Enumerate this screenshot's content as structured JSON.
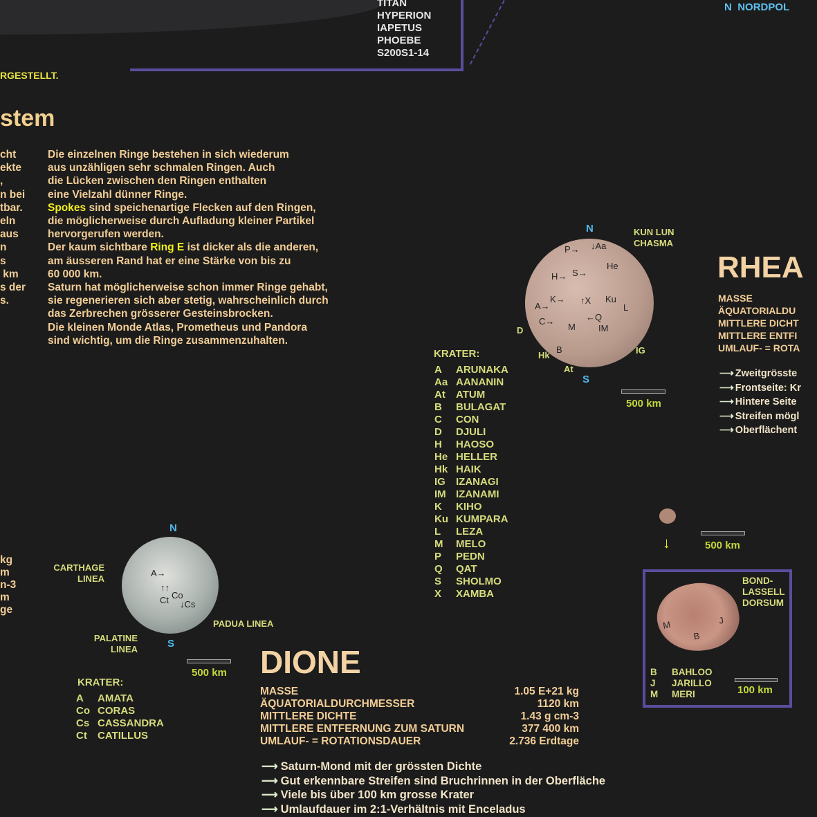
{
  "header": {
    "moon_list": [
      "TITAN",
      "HYPERION",
      "IAPETUS",
      "PHOEBE",
      "S200S1-14"
    ],
    "nordpol": {
      "abbr": "N",
      "label": "NORDPOL"
    },
    "dargestellt_fragment": "RGESTELLT.",
    "section_title_fragment": "stem"
  },
  "rings": {
    "left_fragments": [
      "cht",
      "ekte",
      "",
      ",",
      "n bei",
      "tbar.",
      "eln",
      "",
      "aus",
      "n",
      "",
      "s",
      " km",
      "s der",
      "s."
    ],
    "paragraph": [
      [
        {
          "t": "Die einzelnen Ringe bestehen in sich wiederum"
        }
      ],
      [
        {
          "t": "aus unzähligen sehr schmalen Ringen. Auch"
        }
      ],
      [
        {
          "t": "die Lücken zwischen den Ringen enthalten"
        }
      ],
      [
        {
          "t": "eine Vielzahl dünner Ringe."
        }
      ],
      [
        {
          "t": "Spokes",
          "hl": true
        },
        {
          "t": " sind speichenartige Flecken auf den Ringen,"
        }
      ],
      [
        {
          "t": "die möglicherweise durch Aufladung kleiner Partikel"
        }
      ],
      [
        {
          "t": "hervorgerufen werden."
        }
      ],
      [
        {
          "t": "Der kaum sichtbare "
        },
        {
          "t": "Ring E",
          "hl": true
        },
        {
          "t": " ist dicker als die anderen,"
        }
      ],
      [
        {
          "t": "am äusseren Rand hat er eine Stärke von bis zu"
        }
      ],
      [
        {
          "t": "60 000 km."
        }
      ],
      [
        {
          "t": "Saturn hat möglicherweise schon immer Ringe gehabt,"
        }
      ],
      [
        {
          "t": "sie regenerieren sich aber stetig, wahrscheinlich durch"
        }
      ],
      [
        {
          "t": "das Zerbrechen grösserer Gesteinsbrocken."
        }
      ],
      [
        {
          "t": "Die kleinen Monde Atlas, Prometheus und Pandora"
        }
      ],
      [
        {
          "t": "sind wichtig, um die Ringe zusammenzuhalten."
        }
      ]
    ]
  },
  "rhea": {
    "title": "RHEA",
    "north": "N",
    "south": "S",
    "feature_label": [
      "KUN LUN",
      "CHASMA"
    ],
    "edge_labels": {
      "D": "D",
      "Hk": "Hk",
      "At": "At",
      "IG": "IG"
    },
    "scale": "500 km",
    "krater_title": "KRATER:",
    "krater": [
      [
        "A",
        "ARUNAKA"
      ],
      [
        "Aa",
        "AANANIN"
      ],
      [
        "At",
        "ATUM"
      ],
      [
        "B",
        "BULAGAT"
      ],
      [
        "C",
        "CON"
      ],
      [
        "D",
        "DJULI"
      ],
      [
        "H",
        "HAOSO"
      ],
      [
        "He",
        "HELLER"
      ],
      [
        "Hk",
        "HAIK"
      ],
      [
        "IG",
        "IZANAGI"
      ],
      [
        "IM",
        "IZANAMI"
      ],
      [
        "K",
        "KIHO"
      ],
      [
        "Ku",
        "KUMPARA"
      ],
      [
        "L",
        "LEZA"
      ],
      [
        "M",
        "MELO"
      ],
      [
        "P",
        "PEDN"
      ],
      [
        "Q",
        "QAT"
      ],
      [
        "S",
        "SHOLMO"
      ],
      [
        "X",
        "XAMBA"
      ]
    ],
    "props": [
      "MASSE",
      "ÄQUATORIALDU",
      "MITTLERE DICHT",
      "MITTLERE ENTFI",
      "UMLAUF- = ROTA"
    ],
    "bullets": [
      "Zweitgrösste",
      "Frontseite: Kr",
      "Hintere Seite",
      "Streifen mögl",
      "Oberflächent"
    ]
  },
  "dione": {
    "title": "DIONE",
    "north": "N",
    "south": "S",
    "left_fragments": [
      "kg",
      "m",
      "n-3",
      "m",
      "ge"
    ],
    "labels": {
      "carthage": [
        "CARTHAGE",
        "LINEA"
      ],
      "palatine": [
        "PALATINE",
        "LINEA"
      ],
      "padua": "PADUA LINEA"
    },
    "scale": "500 km",
    "krater_title": "KRATER:",
    "krater": [
      [
        "A",
        "AMATA"
      ],
      [
        "Co",
        "CORAS"
      ],
      [
        "Cs",
        "CASSANDRA"
      ],
      [
        "Ct",
        "CATILLUS"
      ]
    ],
    "props": [
      [
        "MASSE",
        "1.05 E+21 kg"
      ],
      [
        "ÄQUATORIALDURCHMESSER",
        "1120 km"
      ],
      [
        "MITTLERE DICHTE",
        "1.43 g cm-3"
      ],
      [
        "MITTLERE ENTFERNUNG ZUM SATURN",
        "377 400 km"
      ],
      [
        "UMLAUF- = ROTATIONSDAUER",
        "2.736 Erdtage"
      ]
    ],
    "bullets": [
      "Saturn-Mond mit der grössten Dichte",
      "Gut erkennbare Streifen sind Bruchrinnen in der Oberfläche",
      "Viele bis über 100 km grosse Krater",
      "Umlaufdauer im 2:1-Verhältnis mit Enceladus"
    ]
  },
  "hyperion": {
    "small_scale": "500 km",
    "feature_label": [
      "BOND-",
      "LASSELL",
      "DORSUM"
    ],
    "scale": "100 km",
    "krater": [
      [
        "B",
        "BAHLOO"
      ],
      [
        "J",
        "JARILLO"
      ],
      [
        "M",
        "MERI"
      ]
    ]
  },
  "colors": {
    "background": "#1c1c1c",
    "text": "#f1cd96",
    "highlight": "#f2ee20",
    "label": "#d6dc7c",
    "compass": "#4fb8ec",
    "frame": "#5b4c9e"
  }
}
